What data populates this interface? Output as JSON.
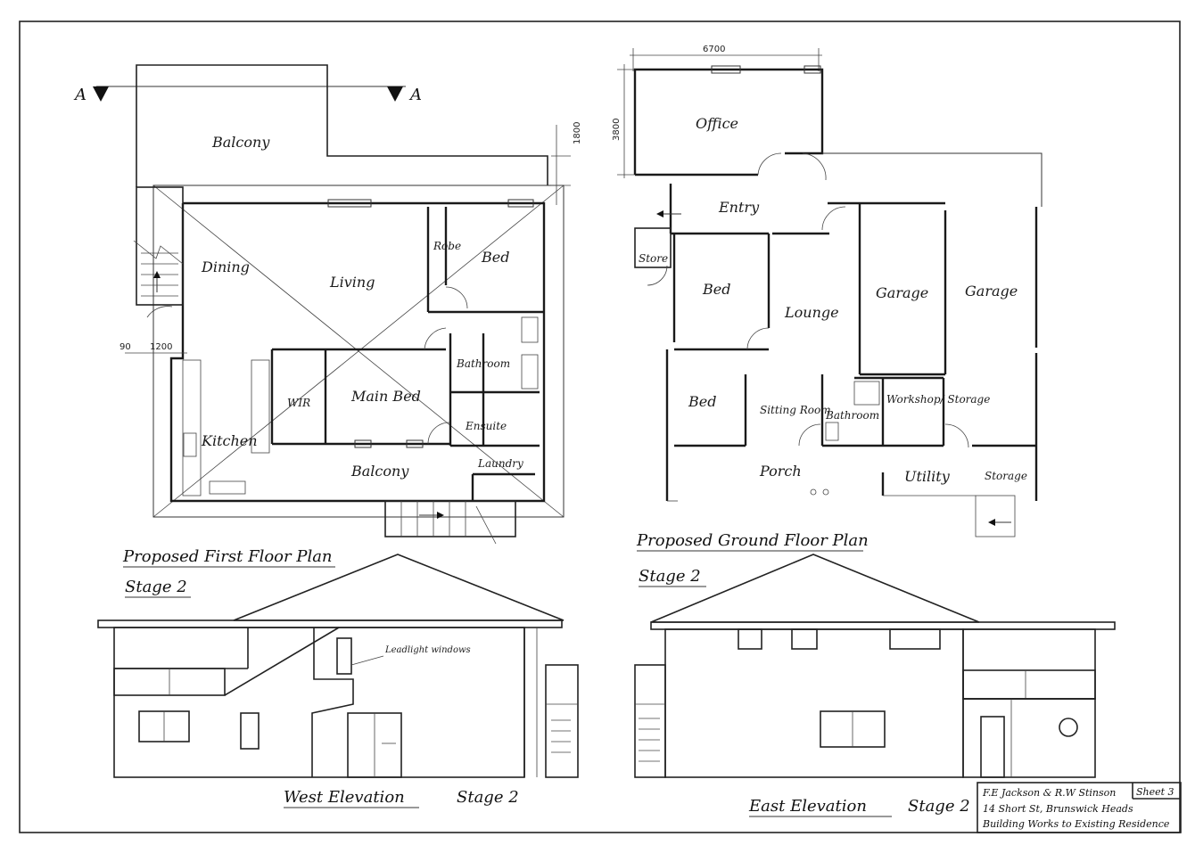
{
  "first_floor": {
    "section_marker_left": "A",
    "section_marker_right": "A",
    "rooms": {
      "balcony_top": "Balcony",
      "dining": "Dining",
      "living": "Living",
      "robe": "Robe",
      "bed": "Bed",
      "bathroom": "Bathroom",
      "wir": "WIR",
      "main_bed": "Main Bed",
      "ensuite": "Ensuite",
      "kitchen": "Kitchen",
      "balcony_bottom": "Balcony",
      "laundry": "Laundry"
    },
    "dims": {
      "d1800": "1800",
      "d90": "90",
      "d1200": "1200"
    },
    "title": "Proposed First Floor Plan",
    "stage": "Stage 2"
  },
  "ground_floor": {
    "rooms": {
      "office": "Office",
      "entry": "Entry",
      "store": "Store",
      "bed1": "Bed",
      "lounge": "Lounge",
      "garage1": "Garage",
      "garage2": "Garage",
      "bed2": "Bed",
      "sitting": "Sitting Room",
      "bathroom": "Bathroom",
      "workshop": "Workshop/ Storage",
      "porch": "Porch",
      "utility": "Utility",
      "storage": "Storage"
    },
    "dims": {
      "d6700": "6700",
      "d3800": "3800"
    },
    "title": "Proposed Ground Floor Plan",
    "stage": "Stage 2"
  },
  "west_elevation": {
    "note": "Leadlight windows",
    "title": "West Elevation",
    "stage": "Stage 2"
  },
  "east_elevation": {
    "title": "East Elevation",
    "stage": "Stage 2"
  },
  "title_block": {
    "owners": "F.E Jackson & R.W Stinson",
    "sheet": "Sheet 3",
    "address": "14 Short St, Brunswick Heads",
    "description": "Building Works to Existing Residence"
  }
}
